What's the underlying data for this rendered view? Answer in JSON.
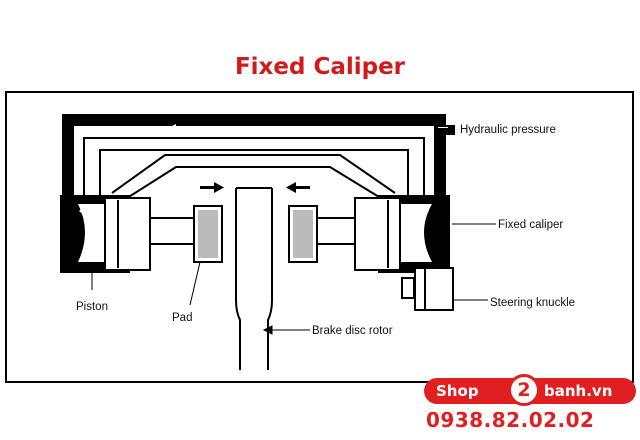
{
  "title": "Fixed Caliper",
  "labels": {
    "hydraulic_pressure": "Hydraulic pressure",
    "fixed_caliper": "Fixed caliper",
    "piston": "Piston",
    "pad": "Pad",
    "steering_knuckle": "Steering knuckle",
    "brake_disc_rotor": "Brake disc rotor"
  },
  "brand": {
    "shop_word": "Shop",
    "shop_number": "2",
    "shop_domain": "banh.vn",
    "phone": "0938.82.02.02"
  },
  "colors": {
    "title": "#d11a1a",
    "brand": "#e02020"
  }
}
